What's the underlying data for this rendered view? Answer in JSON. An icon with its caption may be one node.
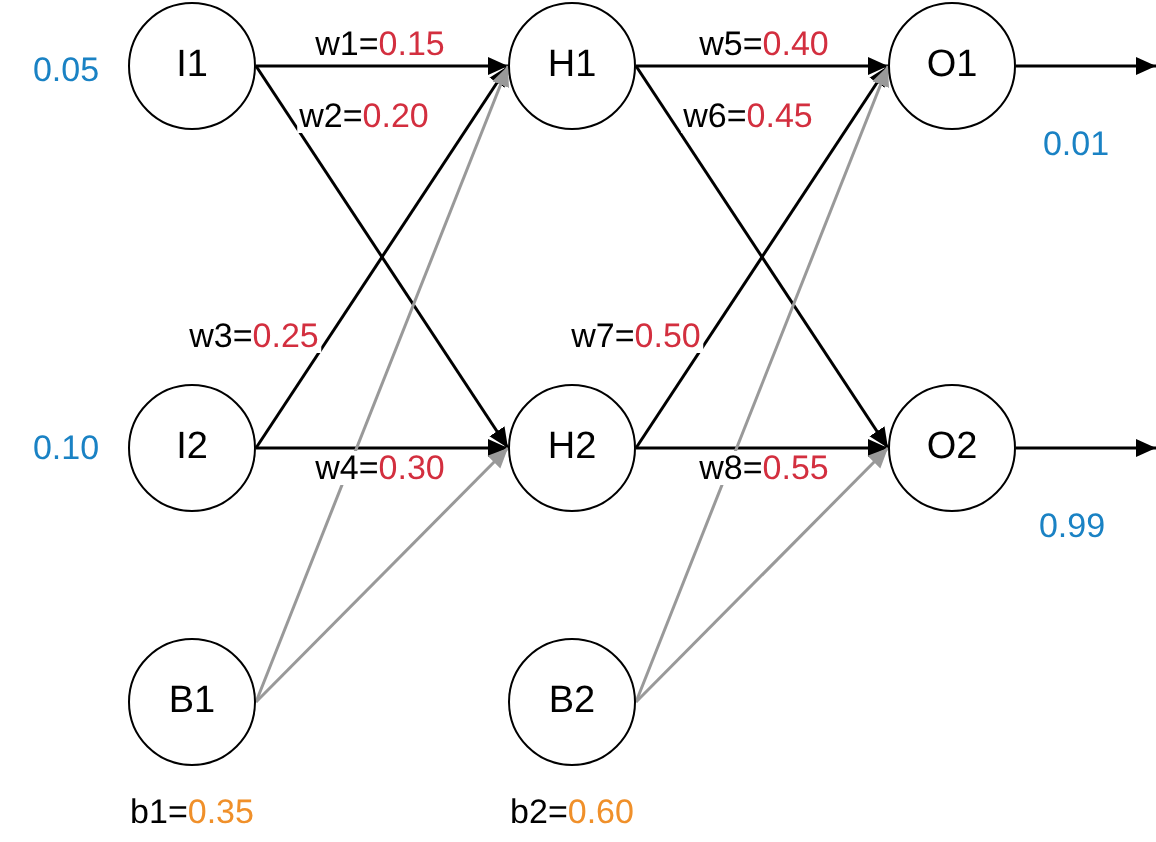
{
  "diagram": {
    "nodes": [
      {
        "text": [
          "I1"
        ],
        "beside": [
          "0.05"
        ]
      },
      {
        "text": [
          "H1"
        ]
      },
      {
        "text": [
          "O1"
        ],
        "beside": [
          "0.01"
        ]
      },
      {
        "text": [
          "I2"
        ],
        "beside": [
          "0.10"
        ]
      },
      {
        "text": [
          "H2"
        ]
      },
      {
        "text": [
          "O2"
        ],
        "beside": [
          "0.99"
        ]
      },
      {
        "text": [
          "B1"
        ],
        "beside": [
          "b1=0.35"
        ]
      },
      {
        "text": [
          "B2"
        ],
        "beside": [
          "b2=0.60"
        ]
      }
    ],
    "edges": [
      {
        "from": 0,
        "to": 1,
        "arrow": "to",
        "label": "w1=0.15"
      },
      {
        "from": 0,
        "to": 4,
        "arrow": "to",
        "label": "w2=0.20"
      },
      {
        "from": 3,
        "to": 1,
        "arrow": "to",
        "label": "w3=0.25"
      },
      {
        "from": 3,
        "to": 4,
        "arrow": "to",
        "label": "w4=0.30"
      },
      {
        "from": 1,
        "to": 2,
        "arrow": "to",
        "label": "w5=0.40"
      },
      {
        "from": 1,
        "to": 5,
        "arrow": "to",
        "label": "w6=0.45"
      },
      {
        "from": 4,
        "to": 2,
        "arrow": "to",
        "label": "w7=0.50"
      },
      {
        "from": 4,
        "to": 5,
        "arrow": "to",
        "label": "w8=0.55"
      },
      {
        "from": 6,
        "to": 1,
        "arrow": "to",
        "color": "#999999"
      },
      {
        "from": 6,
        "to": 4,
        "arrow": "to",
        "color": "#999999"
      },
      {
        "from": 7,
        "to": 2,
        "arrow": "to",
        "color": "#999999"
      },
      {
        "from": 7,
        "to": 5,
        "arrow": "to",
        "color": "#999999"
      },
      {
        "from": 2,
        "to": null,
        "arrow": "to"
      },
      {
        "from": 5,
        "to": null,
        "arrow": "to"
      }
    ]
  }
}
